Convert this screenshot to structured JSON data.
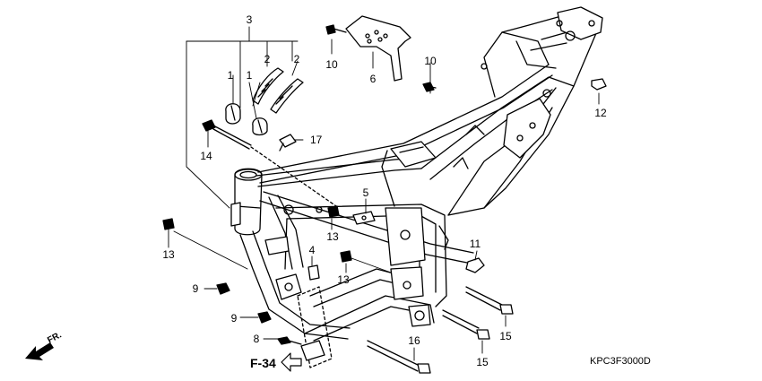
{
  "diagram": {
    "code": "KPC3F3000D",
    "front_label": "FR.",
    "reference": "F-34",
    "callouts": {
      "c1a": "1",
      "c1b": "1",
      "c2a": "2",
      "c2b": "2",
      "c3": "3",
      "c4": "4",
      "c5": "5",
      "c6": "6",
      "c8": "8",
      "c9a": "9",
      "c9b": "9",
      "c10a": "10",
      "c10b": "10",
      "c11": "11",
      "c12": "12",
      "c13a": "13",
      "c13b": "13",
      "c13c": "13",
      "c14": "14",
      "c15a": "15",
      "c15b": "15",
      "c16": "16",
      "c17": "17"
    }
  }
}
